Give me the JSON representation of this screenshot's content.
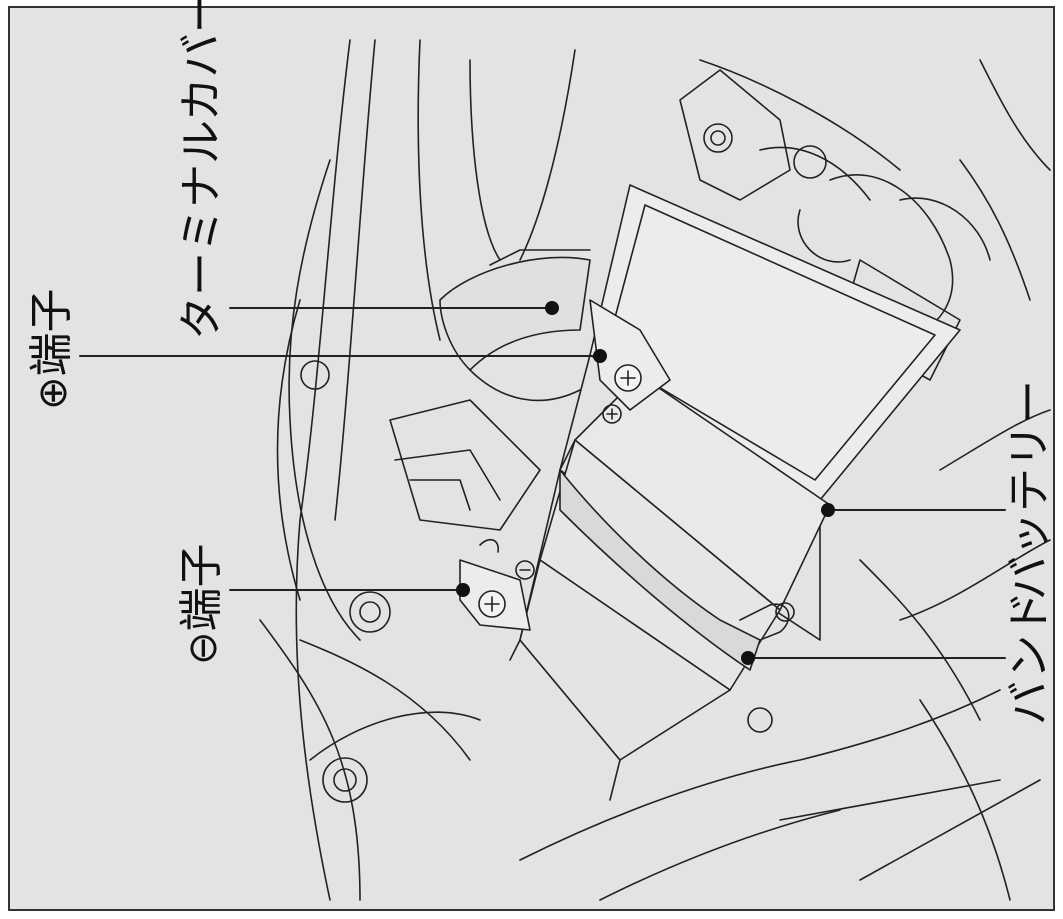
{
  "labels": {
    "terminal_cover": "ターミナルカバー",
    "plus_terminal_symbol": "⊕",
    "plus_terminal_text": "端子",
    "minus_terminal_symbol": "⊖",
    "minus_terminal_text": "端子",
    "battery": "バッテリー",
    "band": "バンド"
  },
  "colors": {
    "background": "#e3e3e3",
    "line": "#222222",
    "panel_light": "#ececec",
    "frame": "#333333"
  }
}
